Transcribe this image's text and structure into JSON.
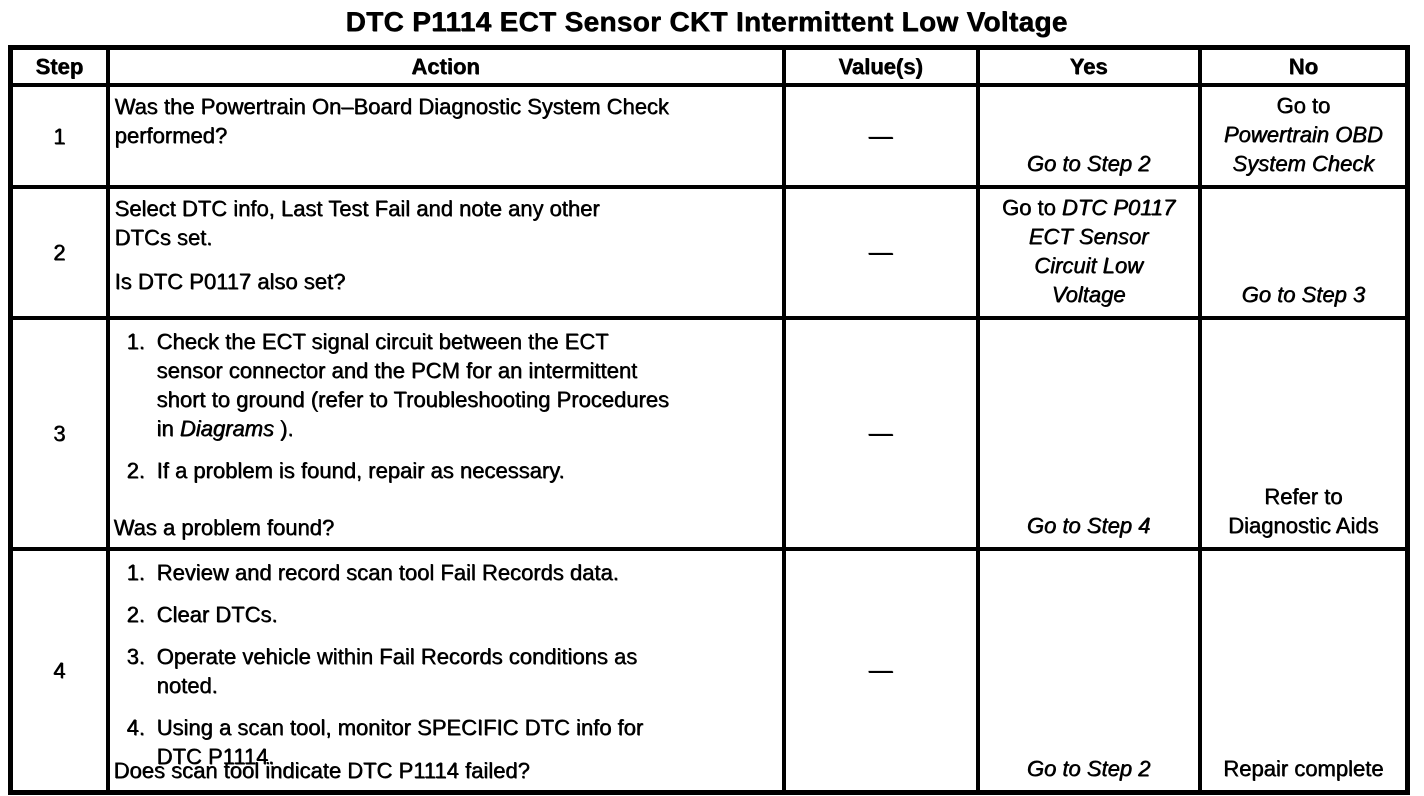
{
  "title": "DTC P1114 ECT Sensor CKT Intermittent Low Voltage",
  "table": {
    "headers": [
      "Step",
      "Action",
      "Value(s)",
      "Yes",
      "No"
    ],
    "rows": [
      {
        "step": "1",
        "action": {
          "q": "Was the Powertrain On–Board Diagnostic System Check\nperformed?"
        },
        "value": "—",
        "yes": {
          "goto": "Go to Step 2"
        },
        "no": {
          "plain": "Go to",
          "italic": "Powertrain OBD\nSystem Check"
        }
      },
      {
        "step": "2",
        "action": {
          "p1": "Select DTC info, Last Test Fail and note any other\nDTCs set.",
          "q": "Is DTC P0117 also set?"
        },
        "value": "—",
        "yes": {
          "plain": "Go to ",
          "italic": "DTC P0117\nECT Sensor\nCircuit Low\nVoltage"
        },
        "no": {
          "goto": "Go to Step 3"
        }
      },
      {
        "step": "3",
        "action": {
          "items": {
            "n1": "1.",
            "t1a": "Check the ECT signal circuit between the ECT\nsensor connector and the PCM for an intermittent\nshort to ground (refer to Troubleshooting Procedures\nin ",
            "t1i": "Diagrams",
            "t1b": " ).",
            "n2": "2.",
            "t2": "If a problem is found, repair as necessary."
          },
          "q": "Was a problem found?"
        },
        "value": "—",
        "yes": {
          "goto": "Go to Step 4"
        },
        "no": {
          "text": "Refer to\nDiagnostic Aids"
        }
      },
      {
        "step": "4",
        "action": {
          "items": {
            "n1": "1.",
            "t1": "Review and record scan tool Fail Records data.",
            "n2": "2.",
            "t2": "Clear DTCs.",
            "n3": "3.",
            "t3": "Operate vehicle within Fail Records conditions as\nnoted.",
            "n4": "4.",
            "t4": "Using a scan tool, monitor SPECIFIC DTC info for\nDTC P1114."
          },
          "q": "Does scan tool indicate DTC P1114 failed?"
        },
        "value": "—",
        "yes": {
          "goto": "Go to Step 2"
        },
        "no": {
          "text": "Repair complete"
        }
      }
    ]
  }
}
